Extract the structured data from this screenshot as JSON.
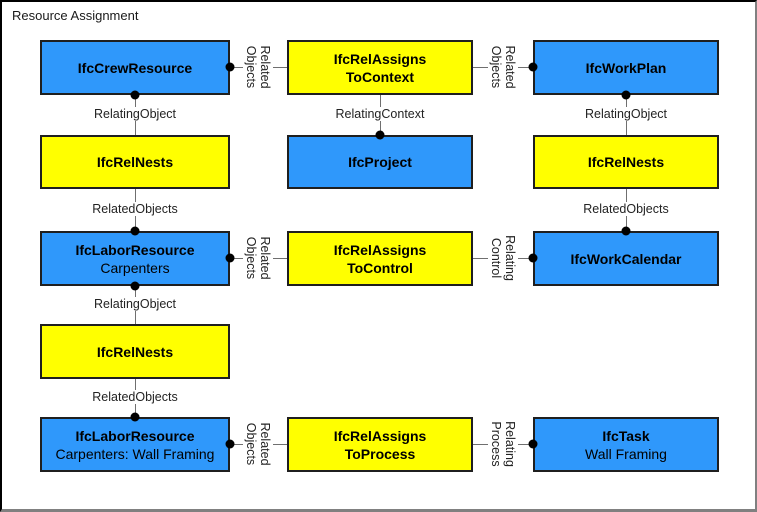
{
  "title": "Resource Assignment",
  "palette": {
    "entity_blue": "#2f98fb",
    "relationship_yellow": "#ffff00",
    "connector_gray": "#6f6f6f",
    "frame_dark": "#000000",
    "frame_shadow": "#808080"
  },
  "nodes": [
    {
      "id": "crew-resource",
      "line1": "IfcCrewResource",
      "line2": ""
    },
    {
      "id": "rel-assigns-to-context",
      "line1": "IfcRelAssigns",
      "line2": "ToContext"
    },
    {
      "id": "work-plan",
      "line1": "IfcWorkPlan",
      "line2": ""
    },
    {
      "id": "rel-nests-left",
      "line1": "IfcRelNests",
      "line2": ""
    },
    {
      "id": "project",
      "line1": "IfcProject",
      "line2": ""
    },
    {
      "id": "rel-nests-right",
      "line1": "IfcRelNests",
      "line2": ""
    },
    {
      "id": "labor-resource-carpenters",
      "line1": "IfcLaborResource",
      "line2": "Carpenters"
    },
    {
      "id": "rel-assigns-to-control",
      "line1": "IfcRelAssigns",
      "line2": "ToControl"
    },
    {
      "id": "work-calendar",
      "line1": "IfcWorkCalendar",
      "line2": ""
    },
    {
      "id": "rel-nests-bottom",
      "line1": "IfcRelNests",
      "line2": ""
    },
    {
      "id": "labor-resource-wallframing",
      "line1": "IfcLaborResource",
      "line2": "Carpenters: Wall Framing"
    },
    {
      "id": "rel-assigns-to-process",
      "line1": "IfcRelAssigns",
      "line2": "ToProcess"
    },
    {
      "id": "task-wall-framing",
      "line1": "IfcTask",
      "line2": "Wall Framing"
    }
  ],
  "edge_labels_h": [
    {
      "text": "RelatingObject"
    },
    {
      "text": "RelatingContext"
    },
    {
      "text": "RelatingObject"
    },
    {
      "text": "RelatedObjects"
    },
    {
      "text": "RelatedObjects"
    },
    {
      "text": "RelatingObject"
    },
    {
      "text": "RelatedObjects"
    }
  ],
  "edge_labels_v": [
    {
      "line1": "Related",
      "line2": "Objects"
    },
    {
      "line1": "Related",
      "line2": "Objects"
    },
    {
      "line1": "Related",
      "line2": "Objects"
    },
    {
      "line1": "Relating",
      "line2": "Control"
    },
    {
      "line1": "Related",
      "line2": "Objects"
    },
    {
      "line1": "Relating",
      "line2": "Process"
    }
  ]
}
